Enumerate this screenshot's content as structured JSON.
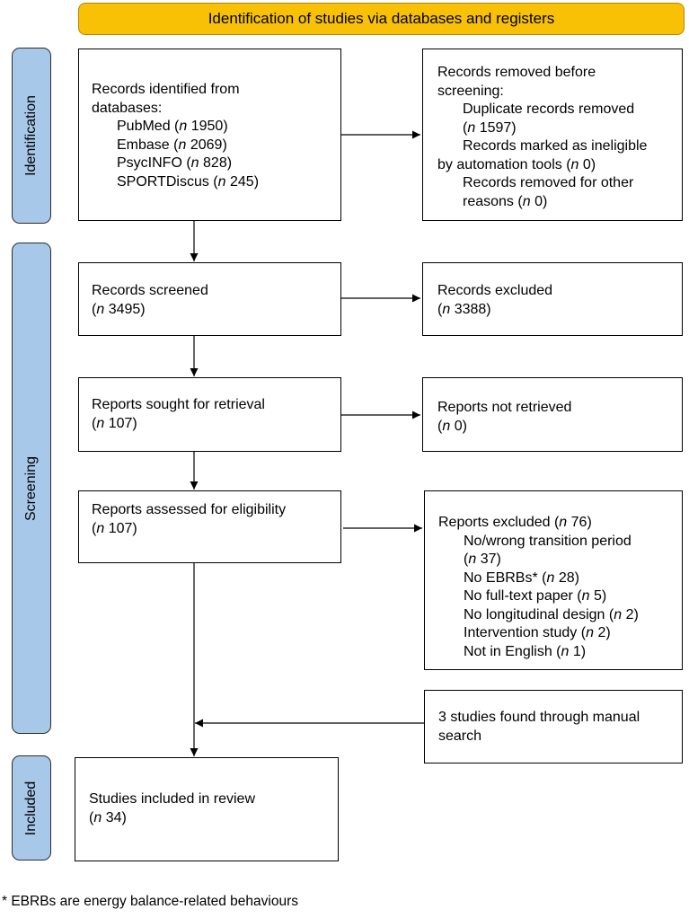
{
  "header": {
    "title": "Identification of studies via databases and registers"
  },
  "phases": {
    "identification": "Identification",
    "screening": "Screening",
    "included": "Included"
  },
  "boxes": {
    "identified": {
      "title": "Records identified from",
      "title2": "databases:",
      "items": [
        {
          "name": "PubMed",
          "n": "1950"
        },
        {
          "name": "Embase",
          "n": "2069"
        },
        {
          "name": "PsycINFO",
          "n": "828"
        },
        {
          "name": "SPORTDiscus",
          "n": "245"
        }
      ]
    },
    "removed": {
      "title": "Records removed before",
      "title2": "screening:",
      "dup_a": "Duplicate records removed",
      "dup_n": "1597",
      "inel_a": "Records marked as ineligible",
      "inel_b": "by automation tools",
      "inel_n": "0",
      "other_a": "Records removed for other",
      "other_b": "reasons",
      "other_n": "0"
    },
    "screened": {
      "title": "Records screened",
      "n": "3495"
    },
    "excluded": {
      "title": "Records excluded",
      "n": "3388"
    },
    "sought": {
      "title": "Reports sought for retrieval",
      "n": "107"
    },
    "not_retrieved": {
      "title": "Reports not retrieved",
      "n": "0"
    },
    "assessed": {
      "title": "Reports assessed for eligibility",
      "n": "107"
    },
    "reports_excluded": {
      "title": "Reports excluded",
      "n": "76",
      "r1_a": "No/wrong transition period",
      "r1_n": "37",
      "r2": "No EBRBs*",
      "r2_n": "28",
      "r3": "No full-text paper",
      "r3_n": "5",
      "r4": "No longitudinal design",
      "r4_n": "2",
      "r5": "Intervention study",
      "r5_n": "2",
      "r6": "Not in English",
      "r6_n": "1"
    },
    "manual": {
      "line1": "3 studies found through manual",
      "line2": "search"
    },
    "included": {
      "title": "Studies included in review",
      "n": "34"
    }
  },
  "n_label": "n",
  "footnote": "* EBRBs are energy balance-related behaviours",
  "colors": {
    "banner": "#f8c106",
    "phase": "#a8c8e9",
    "box_border": "#000000"
  }
}
